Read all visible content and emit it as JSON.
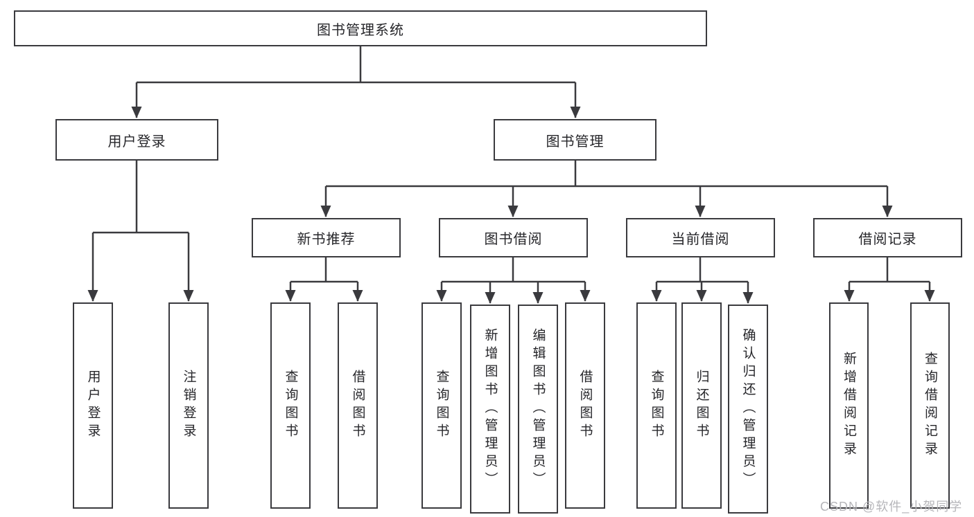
{
  "tree": {
    "root": {
      "label": "图书管理系统"
    },
    "branches": [
      {
        "label": "用户登录",
        "children": [
          {
            "label": "用户登录"
          },
          {
            "label": "注销登录"
          }
        ]
      },
      {
        "label": "图书管理",
        "children": [
          {
            "label": "新书推荐",
            "children": [
              {
                "label": "查询图书"
              },
              {
                "label": "借阅图书"
              }
            ]
          },
          {
            "label": "图书借阅",
            "children": [
              {
                "label": "查询图书"
              },
              {
                "label": "新增图书（管理员）"
              },
              {
                "label": "编辑图书（管理员）"
              },
              {
                "label": "借阅图书"
              }
            ]
          },
          {
            "label": "当前借阅",
            "children": [
              {
                "label": "查询图书"
              },
              {
                "label": "归还图书"
              },
              {
                "label": "确认归还（管理员）"
              }
            ]
          },
          {
            "label": "借阅记录",
            "children": [
              {
                "label": "新增借阅记录"
              },
              {
                "label": "查询借阅记录"
              }
            ]
          }
        ]
      }
    ]
  },
  "watermark": {
    "text": "CSDN @软件_小贺同学"
  },
  "colors": {
    "line": "#3a3a3e",
    "box_border": "#3a3a3e",
    "text": "#26262a",
    "watermark": "#b6b6ba",
    "background": "#ffffff"
  }
}
